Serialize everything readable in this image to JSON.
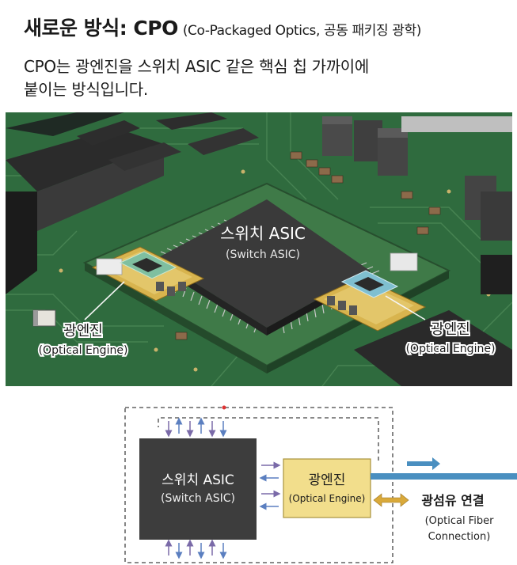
{
  "header": {
    "title_main": "새로운 방식: CPO",
    "title_sub": "(Co-Packaged Optics, 공동 패키징 광학)",
    "desc_line1": "CPO는 광엔진을 스위치 ASIC 같은 핵심 칩 가까이에",
    "desc_line2": "붙이는 방식입니다."
  },
  "illustration": {
    "asic_label_ko": "스위치 ASIC",
    "asic_label_en": "(Switch ASIC)",
    "left_engine_ko": "광엔진",
    "left_engine_en": "(Optical Engine)",
    "right_engine_ko": "광엔진",
    "right_engine_en": "(Optical Engine)"
  },
  "diagram": {
    "asic_ko": "스위치 ASIC",
    "asic_en": "(Switch ASIC)",
    "engine_ko": "광엔진",
    "engine_en": "(Optical Engine)",
    "fiber_ko": "광섬유 연결",
    "fiber_en_1": "(Optical Fiber",
    "fiber_en_2": "Connection)"
  },
  "colors": {
    "pcb": "#2f6b3e",
    "pcb_dark": "#22502d",
    "chip": "#3c3c3c",
    "engine_fill": "#f2de8c",
    "fiber": "#4a8fc0",
    "arrow_gold": "#d9a93a"
  }
}
